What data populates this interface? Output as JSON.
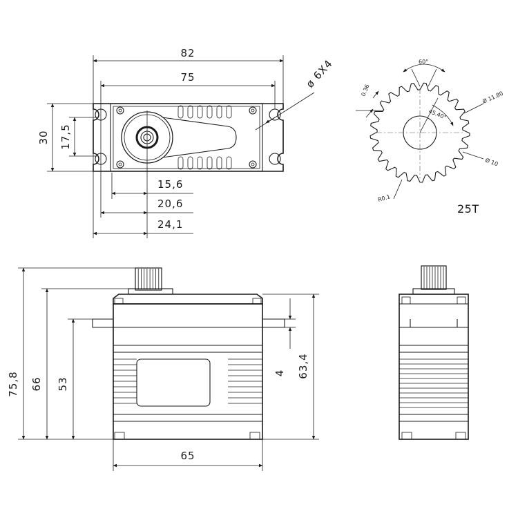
{
  "top_view": {
    "width_overall": "82",
    "mount_pitch": "75",
    "hole_spec": "ø 6X4",
    "height_overall": "30",
    "hole_pitch": "17,5",
    "shaft_offset_1": "15,6",
    "shaft_offset_2": "20,6",
    "shaft_offset_3": "24,1"
  },
  "spline": {
    "angle": "60°",
    "tooth_height": "0.36",
    "inner_angle": "45.40°",
    "outer_diameter": "Ø 11.80",
    "root_diameter": "Ø 10",
    "root_radius": "R0.1",
    "teeth": "25T"
  },
  "side_view": {
    "total_height": "75,8",
    "body_height": "66",
    "flange_height": "53",
    "flange_thickness": "4",
    "case_height": "63,4",
    "body_width": "65"
  },
  "colors": {
    "line": "#1a1a1a",
    "background": "#ffffff"
  }
}
